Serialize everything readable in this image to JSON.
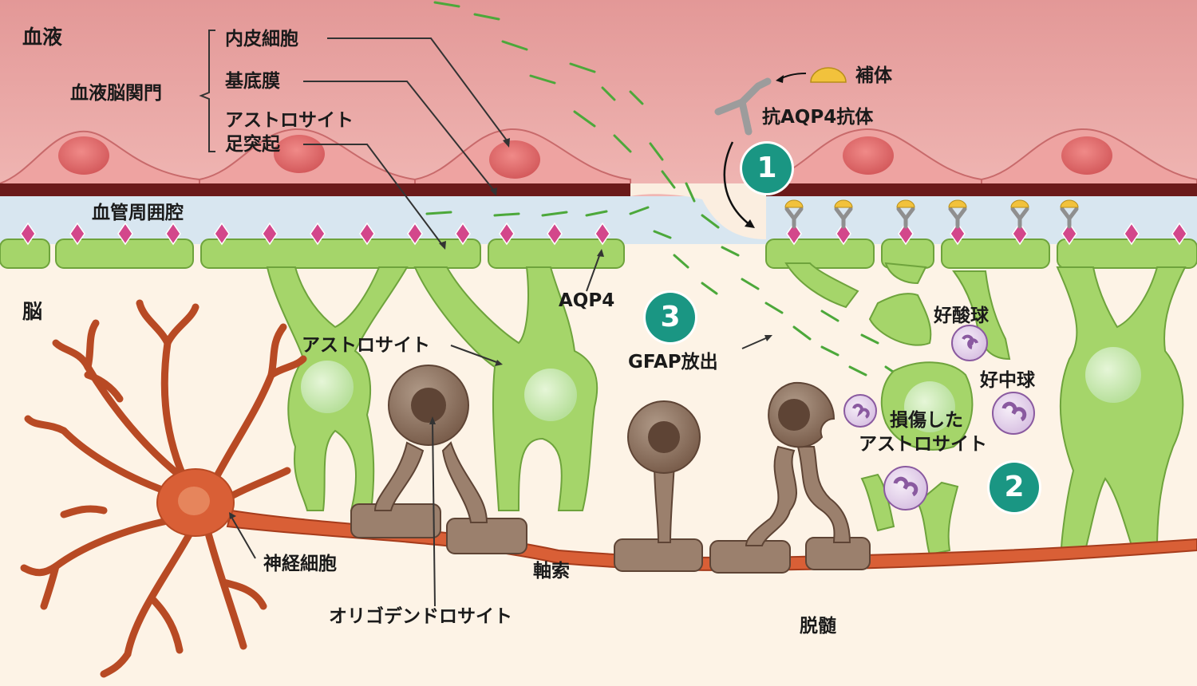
{
  "labels": {
    "blood": "血液",
    "bbb": "血液脳関門",
    "endothelial": "内皮細胞",
    "basement": "基底膜",
    "astro_foot_1": "アストロサイト",
    "astro_foot_2": "足突起",
    "perivascular": "血管周囲腔",
    "brain": "脳",
    "aqp4": "AQP4",
    "astrocyte": "アストロサイト",
    "gfap": "GFAP放出",
    "complement": "補体",
    "antibody": "抗AQP4抗体",
    "eosinophil": "好酸球",
    "neutrophil": "好中球",
    "damaged_1": "損傷した",
    "damaged_2": "アストロサイト",
    "neuron": "神経細胞",
    "axon": "軸索",
    "oligo": "オリゴデンドロサイト",
    "demyelination": "脱髄"
  },
  "steps": [
    "1",
    "2",
    "3"
  ],
  "colors": {
    "blood": "#e8a2a0",
    "endothelial_cell": "#e77f7e",
    "basement_membrane": "#6b1a1a",
    "perivascular": "#d8e6f0",
    "brain_bg": "#fdf3e6",
    "astrocyte": "#a5d56a",
    "aqp4": "#d3478b",
    "oligodendrocyte": "#8b7060",
    "neuron": "#d95f36",
    "badge": "#1a9683",
    "complement": "#f2c23c"
  },
  "icons": [
    "antibody-icon",
    "complement-icon",
    "aqp4-channel-icon",
    "neutrophil-icon",
    "eosinophil-icon"
  ]
}
